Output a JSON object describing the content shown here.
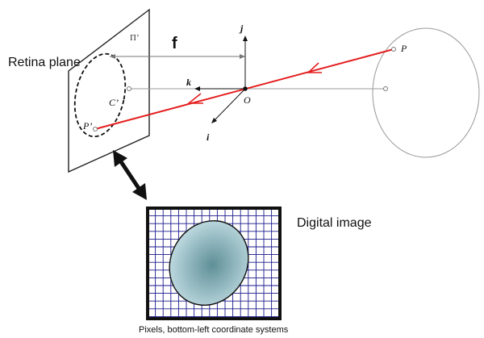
{
  "labels": {
    "retina_plane": "Retina plane",
    "pi_prime": "Π’",
    "focal_length": "f",
    "axis_j": "j",
    "axis_k": "k",
    "axis_i": "i",
    "origin": "O",
    "center_prime": "C’",
    "point_p": "P",
    "point_p_prime": "P’",
    "digital_image": "Digital image",
    "caption": "Pixels, bottom-left coordinate systems"
  },
  "colors": {
    "ray": "#e41e1e",
    "outline": "#222222",
    "grid": "#1a1a8c",
    "frame": "#111111",
    "blob_center": "#5f8f98",
    "blob_edge": "#c6e0e6",
    "object_circle": "#9a9a9a"
  },
  "icons": {
    "ray_arrows": "red-arrowhead",
    "mapping": "double-headed-arrow"
  }
}
